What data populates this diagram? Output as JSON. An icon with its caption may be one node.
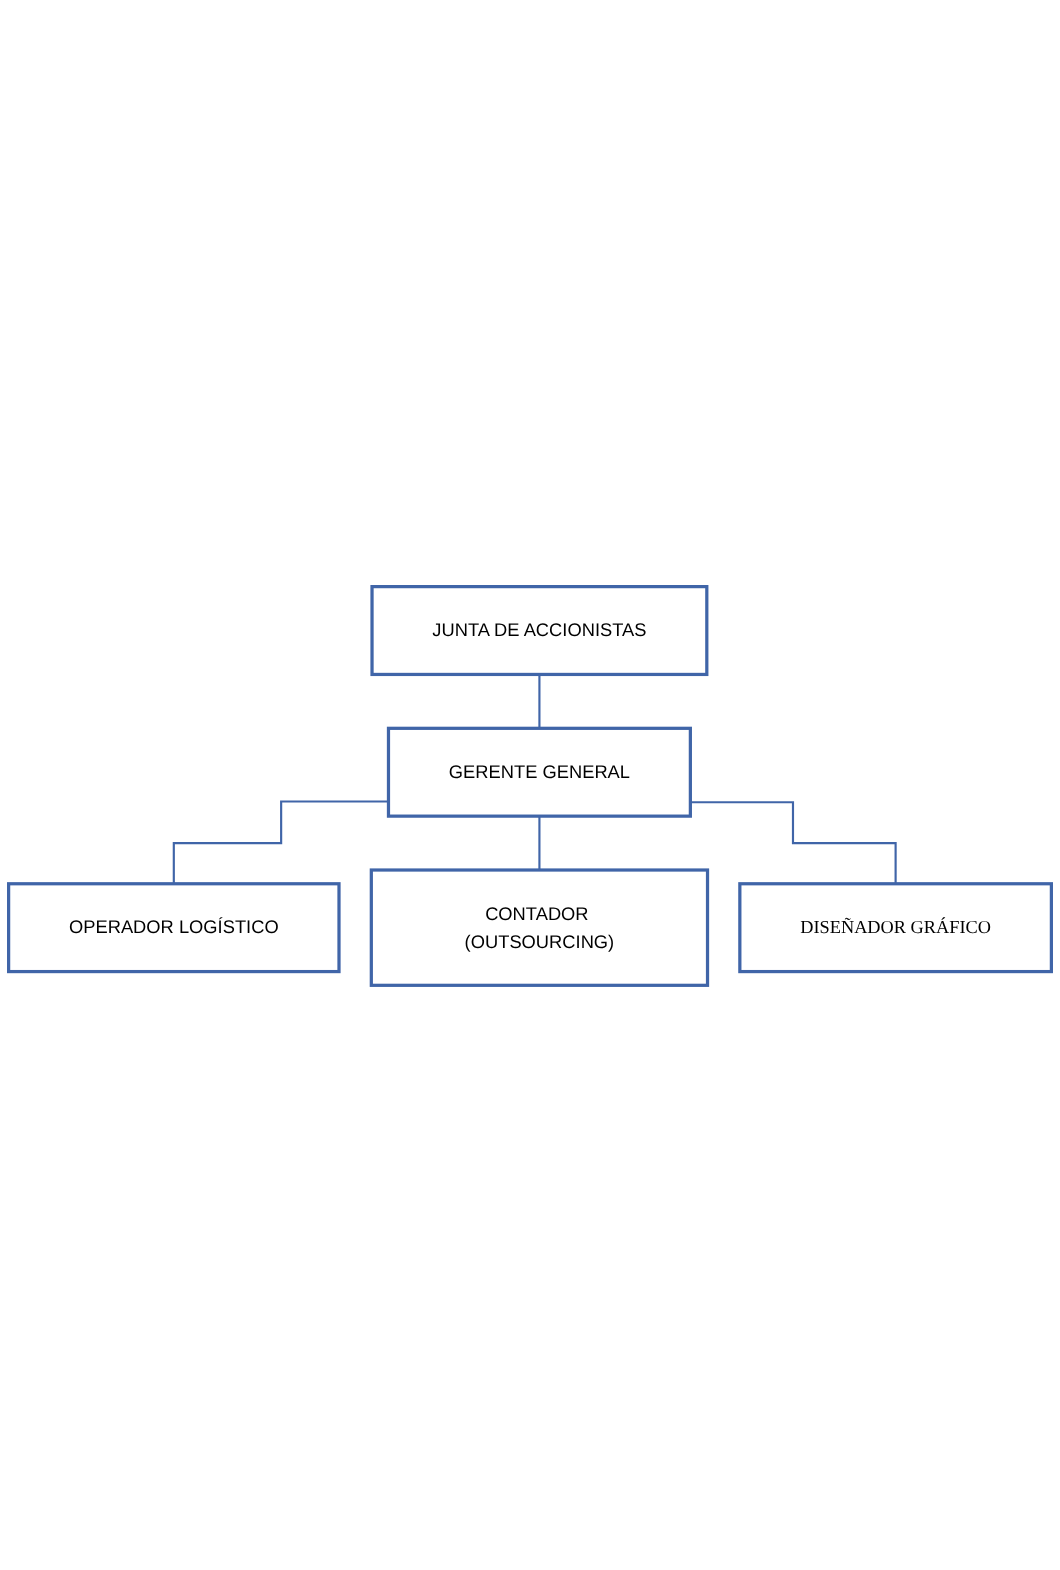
{
  "diagram": {
    "nodes": [
      {
        "text": [
          "JUNTA DE ACCIONISTAS"
        ]
      },
      {
        "text": [
          "GERENTE GENERAL"
        ]
      },
      {
        "text": [
          "OPERADOR LOGÍSTICO"
        ]
      },
      {
        "text": [
          "CONTADOR (OUTSOURCING)"
        ]
      },
      {
        "text": [
          "DISEÑADOR GRÁFICO"
        ]
      }
    ],
    "edges": [
      {
        "from": 0,
        "to": 1,
        "arrow": "none"
      },
      {
        "from": 1,
        "to": 2,
        "arrow": "none"
      },
      {
        "from": 1,
        "to": 3,
        "arrow": "none"
      },
      {
        "from": 1,
        "to": 4,
        "arrow": "none"
      }
    ]
  }
}
